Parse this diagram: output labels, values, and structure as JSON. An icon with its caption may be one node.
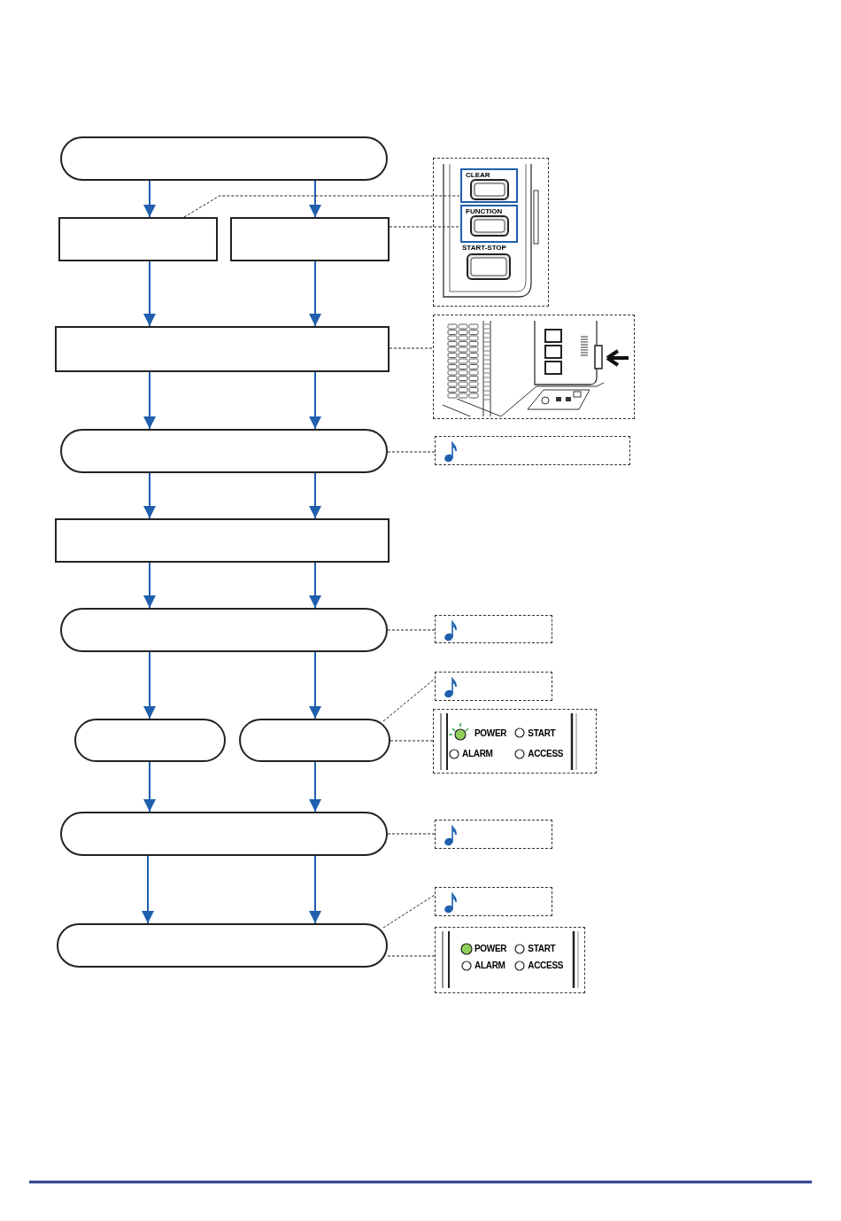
{
  "diagram": {
    "nodes": [
      {
        "text": [],
        "shape": "capsule"
      },
      {
        "text": [],
        "shape": "box"
      },
      {
        "text": [],
        "shape": "box"
      },
      {
        "text": [],
        "shape": "box"
      },
      {
        "text": [],
        "shape": "capsule"
      },
      {
        "text": [],
        "shape": "box"
      },
      {
        "text": [],
        "shape": "capsule"
      },
      {
        "text": [],
        "shape": "capsule"
      },
      {
        "text": [],
        "shape": "capsule"
      },
      {
        "text": [],
        "shape": "capsule"
      },
      {
        "text": [],
        "shape": "capsule"
      },
      {
        "text": [],
        "shape": "picture"
      },
      {
        "text": [
          "CLEAR"
        ],
        "in": 11
      },
      {
        "text": [
          "FUNCTION"
        ],
        "in": 11
      },
      {
        "text": [],
        "shape": "picture"
      },
      {
        "text": [],
        "shape": "box"
      },
      {
        "text": [],
        "shape": "box"
      },
      {
        "text": [],
        "shape": "box"
      },
      {
        "text": [
          "POWER",
          "START",
          "ALARM",
          "ACCESS"
        ]
      },
      {
        "text": [],
        "shape": "box"
      },
      {
        "text": [],
        "shape": "box"
      },
      {
        "text": [
          "POWER",
          "START",
          "ALARM",
          "ACCESS"
        ]
      }
    ],
    "edges": [
      {
        "from": 0,
        "to": 1,
        "arrow": "to"
      },
      {
        "from": 0,
        "to": 2,
        "arrow": "to"
      },
      {
        "from": 1,
        "to": 3,
        "arrow": "to"
      },
      {
        "from": 2,
        "to": 3,
        "arrow": "to"
      },
      {
        "from": 3,
        "to": 4,
        "arrow": "to"
      },
      {
        "from": 3,
        "to": 4,
        "arrow": "to"
      },
      {
        "from": 4,
        "to": 5,
        "arrow": "to"
      },
      {
        "from": 4,
        "to": 5,
        "arrow": "to"
      },
      {
        "from": 5,
        "to": 6,
        "arrow": "to"
      },
      {
        "from": 5,
        "to": 6,
        "arrow": "to"
      },
      {
        "from": 6,
        "to": 7,
        "arrow": "to"
      },
      {
        "from": 6,
        "to": 8,
        "arrow": "to"
      },
      {
        "from": 7,
        "to": 9,
        "arrow": "to"
      },
      {
        "from": 8,
        "to": 9,
        "arrow": "to"
      },
      {
        "from": 9,
        "to": 10,
        "arrow": "to"
      },
      {
        "from": 9,
        "to": 10,
        "arrow": "to"
      },
      {
        "from": 1,
        "to": 12,
        "arrow": "none",
        "style": "dashed",
        "color": "#222222"
      },
      {
        "from": 2,
        "to": 13,
        "arrow": "none",
        "style": "dashed",
        "color": "#222222"
      },
      {
        "from": 3,
        "to": 14,
        "arrow": "none",
        "style": "dashed",
        "color": "#222222"
      },
      {
        "from": 4,
        "to": 15,
        "arrow": "none",
        "style": "dashed",
        "color": "#222222"
      },
      {
        "from": 6,
        "to": 16,
        "arrow": "none",
        "style": "dashed",
        "color": "#222222"
      },
      {
        "from": 8,
        "to": 17,
        "arrow": "none",
        "style": "dashed",
        "color": "#222222"
      },
      {
        "from": 8,
        "to": 18,
        "arrow": "none",
        "style": "dashed",
        "color": "#222222"
      },
      {
        "from": 9,
        "to": 19,
        "arrow": "none",
        "style": "dashed",
        "color": "#222222"
      },
      {
        "from": 10,
        "to": 20,
        "arrow": "none",
        "style": "dashed",
        "color": "#222222"
      },
      {
        "from": 10,
        "to": 21,
        "arrow": "none",
        "style": "dashed",
        "color": "#222222"
      }
    ],
    "labels": [
      "START-STOP"
    ]
  }
}
